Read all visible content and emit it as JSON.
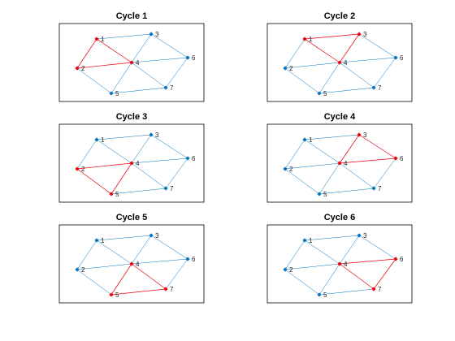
{
  "colors": {
    "edge": "#0072BD",
    "highlight": "#E8000B",
    "frame": "#000000",
    "background": "#ffffff"
  },
  "graph": {
    "nodes": [
      {
        "id": "1",
        "label": "1"
      },
      {
        "id": "2",
        "label": "2"
      },
      {
        "id": "3",
        "label": "3"
      },
      {
        "id": "4",
        "label": "4"
      },
      {
        "id": "5",
        "label": "5"
      },
      {
        "id": "6",
        "label": "6"
      },
      {
        "id": "7",
        "label": "7"
      }
    ],
    "edges": [
      [
        "1",
        "2"
      ],
      [
        "1",
        "3"
      ],
      [
        "1",
        "4"
      ],
      [
        "2",
        "4"
      ],
      [
        "2",
        "5"
      ],
      [
        "3",
        "4"
      ],
      [
        "3",
        "6"
      ],
      [
        "4",
        "5"
      ],
      [
        "4",
        "6"
      ],
      [
        "4",
        "7"
      ],
      [
        "5",
        "7"
      ],
      [
        "6",
        "7"
      ]
    ]
  },
  "cycles": [
    {
      "title": "Cycle 1",
      "nodes": [
        "1",
        "2",
        "4"
      ],
      "edges": [
        [
          "1",
          "2"
        ],
        [
          "2",
          "4"
        ],
        [
          "1",
          "4"
        ]
      ]
    },
    {
      "title": "Cycle 2",
      "nodes": [
        "1",
        "3",
        "4"
      ],
      "edges": [
        [
          "1",
          "3"
        ],
        [
          "3",
          "4"
        ],
        [
          "1",
          "4"
        ]
      ]
    },
    {
      "title": "Cycle 3",
      "nodes": [
        "2",
        "4",
        "5"
      ],
      "edges": [
        [
          "2",
          "4"
        ],
        [
          "4",
          "5"
        ],
        [
          "2",
          "5"
        ]
      ]
    },
    {
      "title": "Cycle 4",
      "nodes": [
        "3",
        "4",
        "6"
      ],
      "edges": [
        [
          "3",
          "4"
        ],
        [
          "4",
          "6"
        ],
        [
          "3",
          "6"
        ]
      ]
    },
    {
      "title": "Cycle 5",
      "nodes": [
        "4",
        "5",
        "7"
      ],
      "edges": [
        [
          "4",
          "5"
        ],
        [
          "5",
          "7"
        ],
        [
          "4",
          "7"
        ]
      ]
    },
    {
      "title": "Cycle 6",
      "nodes": [
        "4",
        "6",
        "7"
      ],
      "edges": [
        [
          "4",
          "6"
        ],
        [
          "6",
          "7"
        ],
        [
          "4",
          "7"
        ]
      ]
    }
  ]
}
